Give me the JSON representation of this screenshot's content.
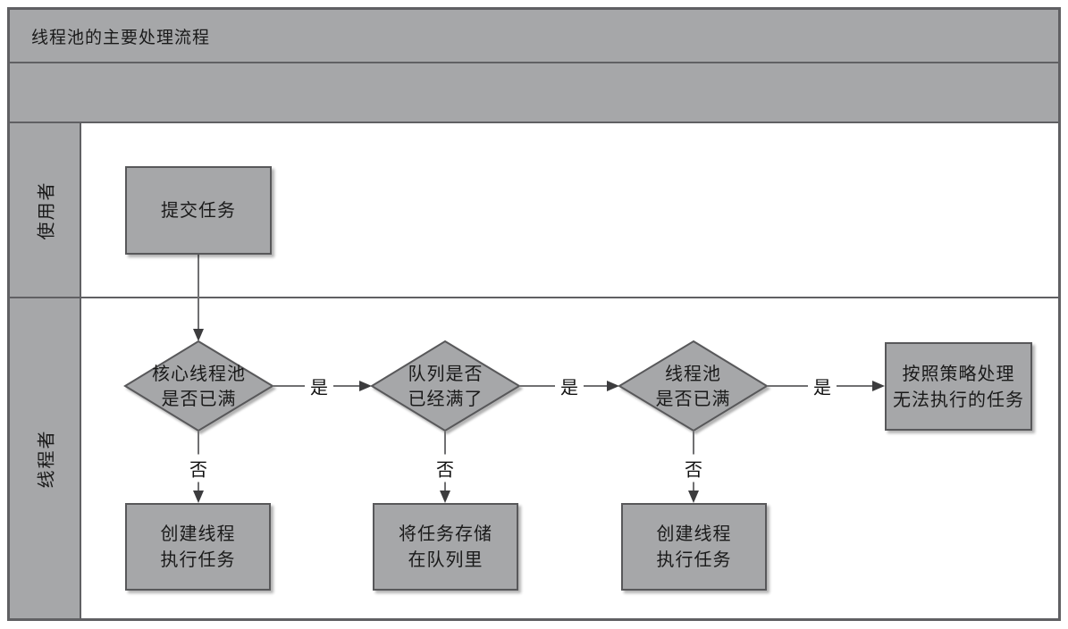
{
  "title": "线程池的主要处理流程",
  "lanes": {
    "user": "使用者",
    "worker": "线程者"
  },
  "nodes": {
    "submit": {
      "text": "提交任务"
    },
    "core_pool_full": {
      "line1": "核心线程池",
      "line2": "是否已满"
    },
    "queue_full": {
      "line1": "队列是否",
      "line2": "已经满了"
    },
    "pool_full": {
      "line1": "线程池",
      "line2": "是否已满"
    },
    "reject_policy": {
      "line1": "按照策略处理",
      "line2": "无法执行的任务"
    },
    "create_thread_1": {
      "line1": "创建线程",
      "line2": "执行任务"
    },
    "store_in_queue": {
      "line1": "将任务存储",
      "line2": "在队列里"
    },
    "create_thread_2": {
      "line1": "创建线程",
      "line2": "执行任务"
    }
  },
  "edge_labels": {
    "yes1": "是",
    "yes2": "是",
    "yes3": "是",
    "no1": "否",
    "no2": "否",
    "no3": "否"
  },
  "colors": {
    "band_fill": "#a6a7a9",
    "shape_fill": "#a6a7a9",
    "frame_border": "#606063",
    "shape_border": "#58585a",
    "connector": "#707072",
    "arrowhead": "#3c3c3e",
    "text": "#1a1a1a",
    "content_bg": "#ffffff"
  }
}
